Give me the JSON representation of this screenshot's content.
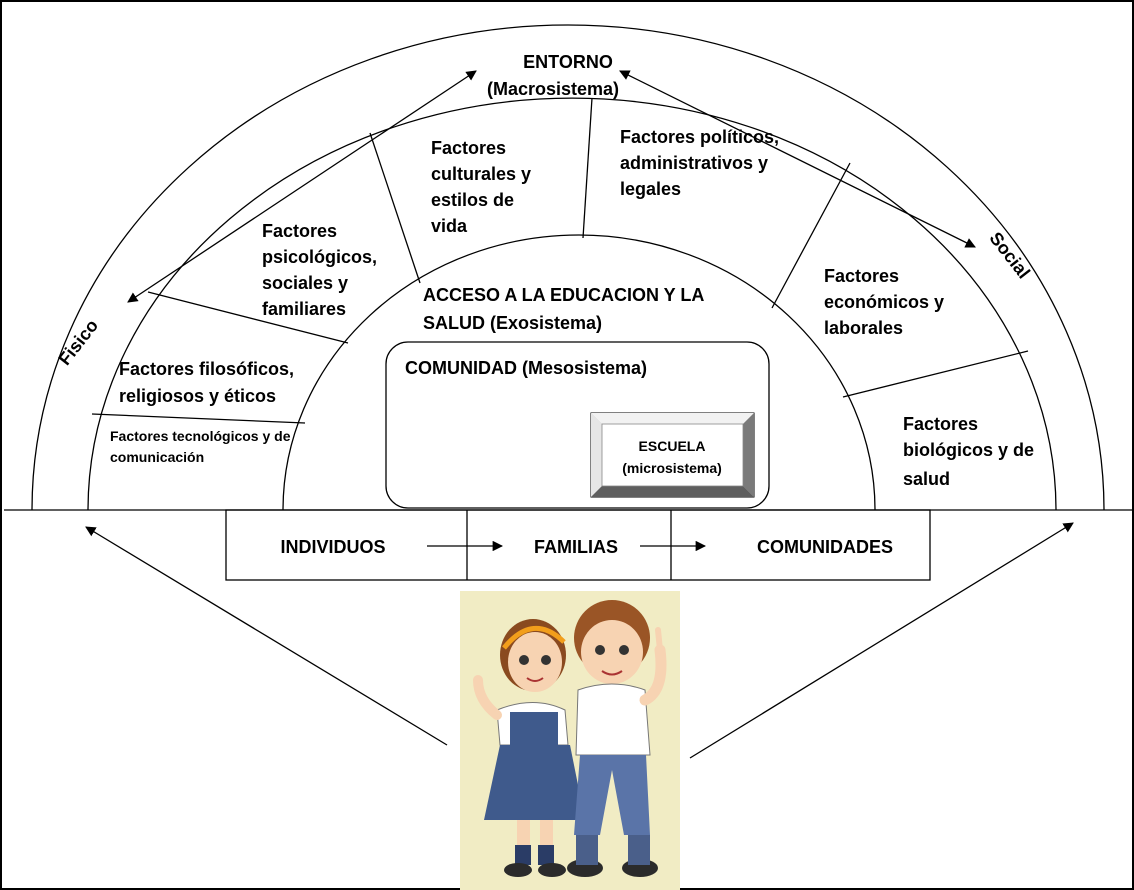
{
  "entorno": {
    "title": "ENTORNO",
    "subtitle": "(Macrosistema)"
  },
  "side_labels": {
    "left": "Fisico",
    "right": "Social"
  },
  "factors": {
    "culturales": [
      "Factores",
      "culturales y",
      "estilos de",
      "vida"
    ],
    "politicos": [
      "Factores políticos,",
      "administrativos y",
      "legales"
    ],
    "psicologicos": [
      "Factores",
      "psicológicos,",
      "sociales y",
      "familiares"
    ],
    "economicos": [
      "Factores",
      "económicos y",
      "laborales"
    ],
    "filosoficos": [
      "Factores filosóficos,",
      "religiosos y éticos"
    ],
    "tecnologicos": [
      "Factores tecnológicos y de",
      "comunicación"
    ],
    "biologicos": [
      "Factores",
      "biológicos y de",
      "salud"
    ]
  },
  "exosistema": [
    "ACCESO A LA EDUCACION Y LA",
    "SALUD (Exosistema)"
  ],
  "mesosistema": "COMUNIDAD (Mesosistema)",
  "microsistema": [
    "ESCUELA",
    "(microsistema)"
  ],
  "flow": [
    "INDIVIDUOS",
    "FAMILIAS",
    "COMUNIDADES"
  ],
  "image": {
    "name": "school-children-illustration"
  }
}
